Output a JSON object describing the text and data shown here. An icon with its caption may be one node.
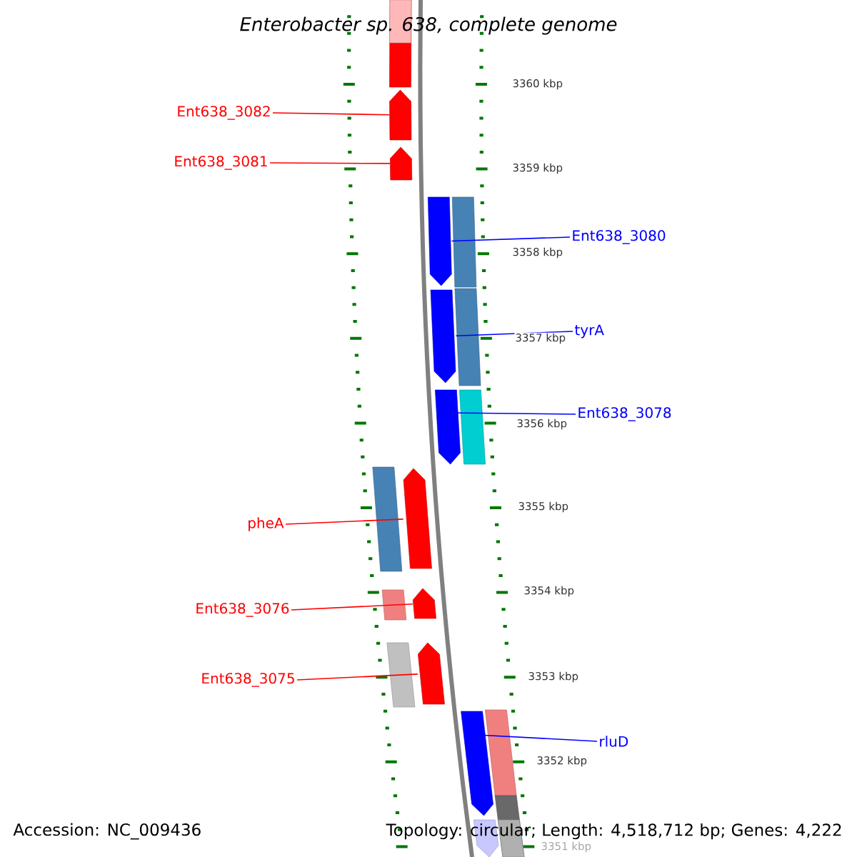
{
  "diagram": {
    "title": "Enterobacter sp. 638, complete genome",
    "nodes": [
      {
        "text": [
          "Ent638_3082"
        ]
      },
      {
        "text": [],
        "shape": "arrow"
      },
      {
        "text": [
          "Ent638_3081"
        ]
      },
      {
        "text": [],
        "shape": "arrow"
      },
      {
        "text": [
          "Ent638_3080"
        ]
      },
      {
        "text": [],
        "shape": "arrow"
      },
      {
        "text": [
          "tyrA"
        ]
      },
      {
        "text": [],
        "shape": "arrow"
      },
      {
        "text": [
          "Ent638_3078"
        ]
      },
      {
        "text": [],
        "shape": "arrow"
      },
      {
        "text": [
          "pheA"
        ]
      },
      {
        "text": [],
        "shape": "arrow"
      },
      {
        "text": [
          "Ent638_3076"
        ]
      },
      {
        "text": [],
        "shape": "arrow"
      },
      {
        "text": [
          "Ent638_3075"
        ]
      },
      {
        "text": [],
        "shape": "arrow"
      },
      {
        "text": [
          "rluD"
        ]
      },
      {
        "text": [],
        "shape": "arrow"
      },
      {
        "text": [],
        "shape": "bar"
      },
      {
        "text": [],
        "shape": "bar"
      },
      {
        "text": [],
        "shape": "bar"
      },
      {
        "text": [],
        "shape": "bar"
      },
      {
        "text": [],
        "shape": "bar"
      },
      {
        "text": [],
        "shape": "bar"
      },
      {
        "text": [],
        "shape": "bar"
      },
      {
        "text": [],
        "shape": "bar"
      },
      {
        "text": [],
        "shape": "bar"
      },
      {
        "text": [],
        "shape": "arrow"
      }
    ],
    "edges": [
      {
        "from": 0,
        "to": 1,
        "arrow": "none"
      },
      {
        "from": 2,
        "to": 3,
        "arrow": "none"
      },
      {
        "from": 4,
        "to": 5,
        "arrow": "none",
        "color": "#0000ff"
      },
      {
        "from": 6,
        "to": 7,
        "arrow": "none",
        "color": "#0000ff"
      },
      {
        "from": 8,
        "to": 9,
        "arrow": "none",
        "color": "#0000ff"
      },
      {
        "from": 10,
        "to": 11,
        "arrow": "none"
      },
      {
        "from": 12,
        "to": 13,
        "arrow": "none"
      },
      {
        "from": 14,
        "to": 15,
        "arrow": "none"
      },
      {
        "from": 16,
        "to": 17,
        "arrow": "none",
        "color": "#0000ff"
      }
    ],
    "labels": [
      "3360 kbp",
      "3359 kbp",
      "3358 kbp",
      "3357 kbp",
      "3356 kbp",
      "3355 kbp",
      "3354 kbp",
      "3353 kbp",
      "3352 kbp",
      "3351 kbp",
      "Accession: NC_009436",
      "Topology: circular; Length: 4,518,712 bp; Genes: 4,222"
    ]
  }
}
